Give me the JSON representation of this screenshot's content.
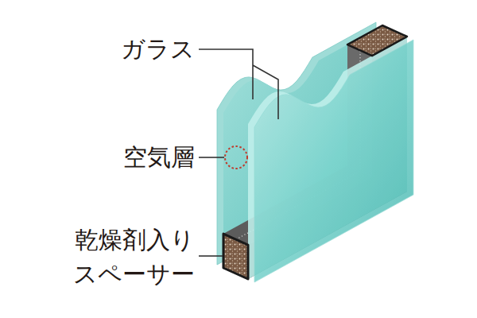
{
  "diagram": {
    "labels": [
      "ガラス",
      "空気層",
      "乾燥剤入り スペーサー"
    ]
  }
}
